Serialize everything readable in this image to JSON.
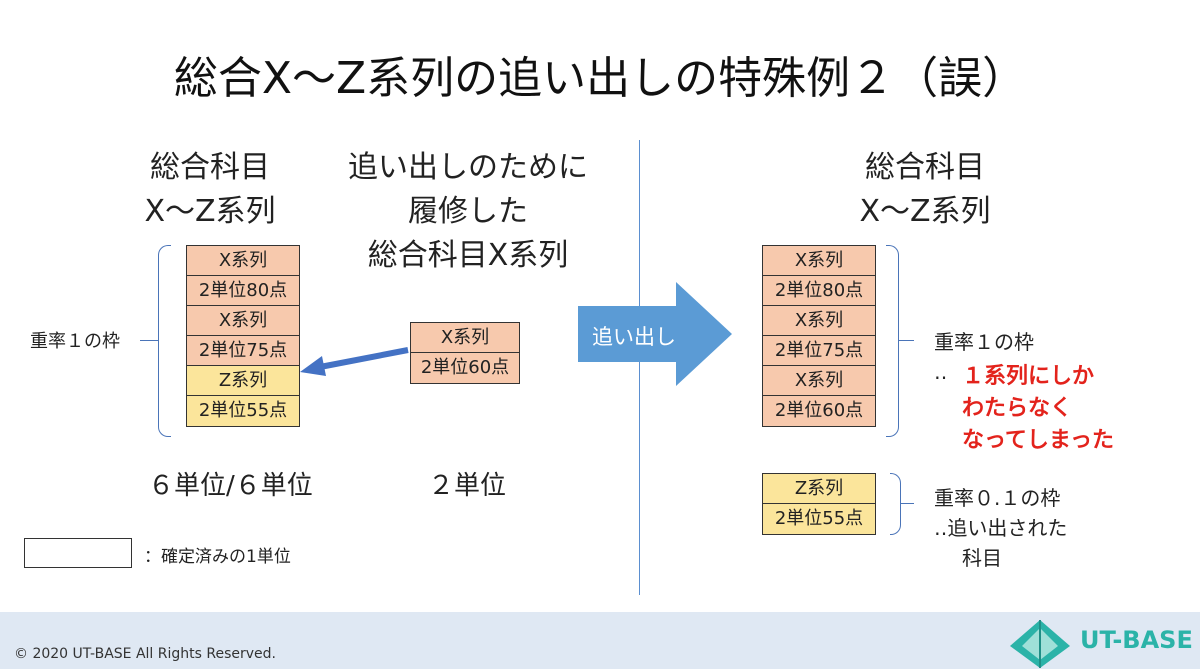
{
  "title": "総合X～Z系列の追い出しの特殊例２（誤）",
  "left": {
    "heading_line1": "総合科目",
    "heading_line2": "X～Z系列",
    "frame_label": "重率１の枠",
    "stack": [
      {
        "label": "X系列",
        "color": "salmon"
      },
      {
        "label": "2単位80点",
        "color": "salmon"
      },
      {
        "label": "X系列",
        "color": "salmon"
      },
      {
        "label": "2単位75点",
        "color": "salmon"
      },
      {
        "label": "Z系列",
        "color": "yellow"
      },
      {
        "label": "2単位55点",
        "color": "yellow"
      }
    ],
    "units": "６単位/６単位"
  },
  "middle": {
    "heading_line1": "追い出しのために",
    "heading_line2": "履修した",
    "heading_line3": "総合科目X系列",
    "stack": [
      {
        "label": "X系列",
        "color": "salmon"
      },
      {
        "label": "2単位60点",
        "color": "salmon"
      }
    ],
    "units": "２単位"
  },
  "arrow_label": "追い出し",
  "right": {
    "heading_line1": "総合科目",
    "heading_line2": "X～Z系列",
    "stack_top": [
      {
        "label": "X系列",
        "color": "salmon"
      },
      {
        "label": "2単位80点",
        "color": "salmon"
      },
      {
        "label": "X系列",
        "color": "salmon"
      },
      {
        "label": "2単位75点",
        "color": "salmon"
      },
      {
        "label": "X系列",
        "color": "salmon"
      },
      {
        "label": "2単位60点",
        "color": "salmon"
      }
    ],
    "frame1_label": "重率１の枠",
    "frame1_note_prefix": "‥",
    "frame1_note_line1": "１系列にしか",
    "frame1_note_line2": "わたらなく",
    "frame1_note_line3": "なってしまった",
    "stack_bottom": [
      {
        "label": "Z系列",
        "color": "yellow"
      },
      {
        "label": "2単位55点",
        "color": "yellow"
      }
    ],
    "frame2_label": "重率０.１の枠",
    "frame2_note_line1": "‥追い出された",
    "frame2_note_line2": "科目"
  },
  "legend_label": "：確定済みの1単位",
  "footer": {
    "copyright": "© 2020 UT-BASE All Rights Reserved.",
    "logo_text": "UT-BASE"
  },
  "colors": {
    "salmon": "#f7c9ad",
    "yellow": "#fbe59b",
    "accent_blue": "#5b9bd5",
    "bracket_blue": "#4a74b8",
    "emphasis_red": "#e3231c",
    "logo_teal": "#2bb3a8"
  }
}
